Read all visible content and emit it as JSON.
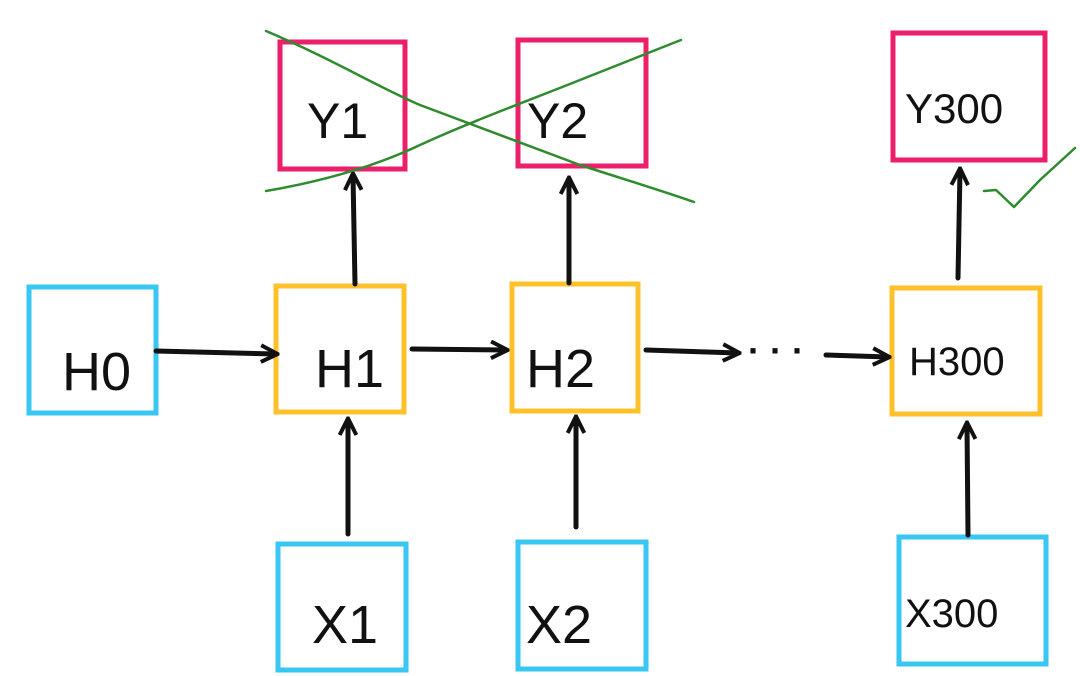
{
  "colors": {
    "input_box": "#38C6F2",
    "hidden_box": "#FFC12A",
    "output_box": "#EC1F6B",
    "arrow": "#111111",
    "annotation": "#2E8B2E"
  },
  "nodes": {
    "h0": "H0",
    "h1": "H1",
    "h2": "H2",
    "h300": "H300",
    "x1": "X1",
    "x2": "X2",
    "x300": "X300",
    "y1": "Y1",
    "y2": "Y2",
    "y300": "Y300"
  },
  "ellipsis": "· · ·",
  "annotations": {
    "cross_over_outputs": "cross-mark",
    "check_next_to_y300": "check-mark"
  }
}
